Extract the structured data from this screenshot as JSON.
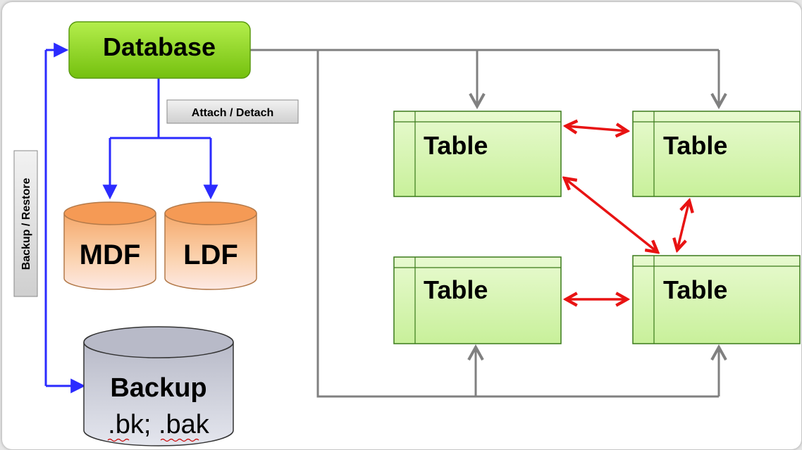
{
  "database": {
    "label": "Database"
  },
  "edges": {
    "attach_detach": "Attach / Detach",
    "backup_restore": "Backup / Restore"
  },
  "files": {
    "mdf": "MDF",
    "ldf": "LDF",
    "backup_line1": "Backup",
    "backup_line2": ".bk; .bak"
  },
  "tables": [
    {
      "label": "Table"
    },
    {
      "label": "Table"
    },
    {
      "label": "Table"
    },
    {
      "label": "Table"
    }
  ],
  "colors": {
    "database_fill": "#8ed31c",
    "table_fill": "#d6f5b0",
    "file_fill": "#f6b27a",
    "backup_fill": "#c9cbd6",
    "blue_arrow": "#2b2bff",
    "gray_line": "#808080",
    "red_arrow": "#e81313"
  }
}
